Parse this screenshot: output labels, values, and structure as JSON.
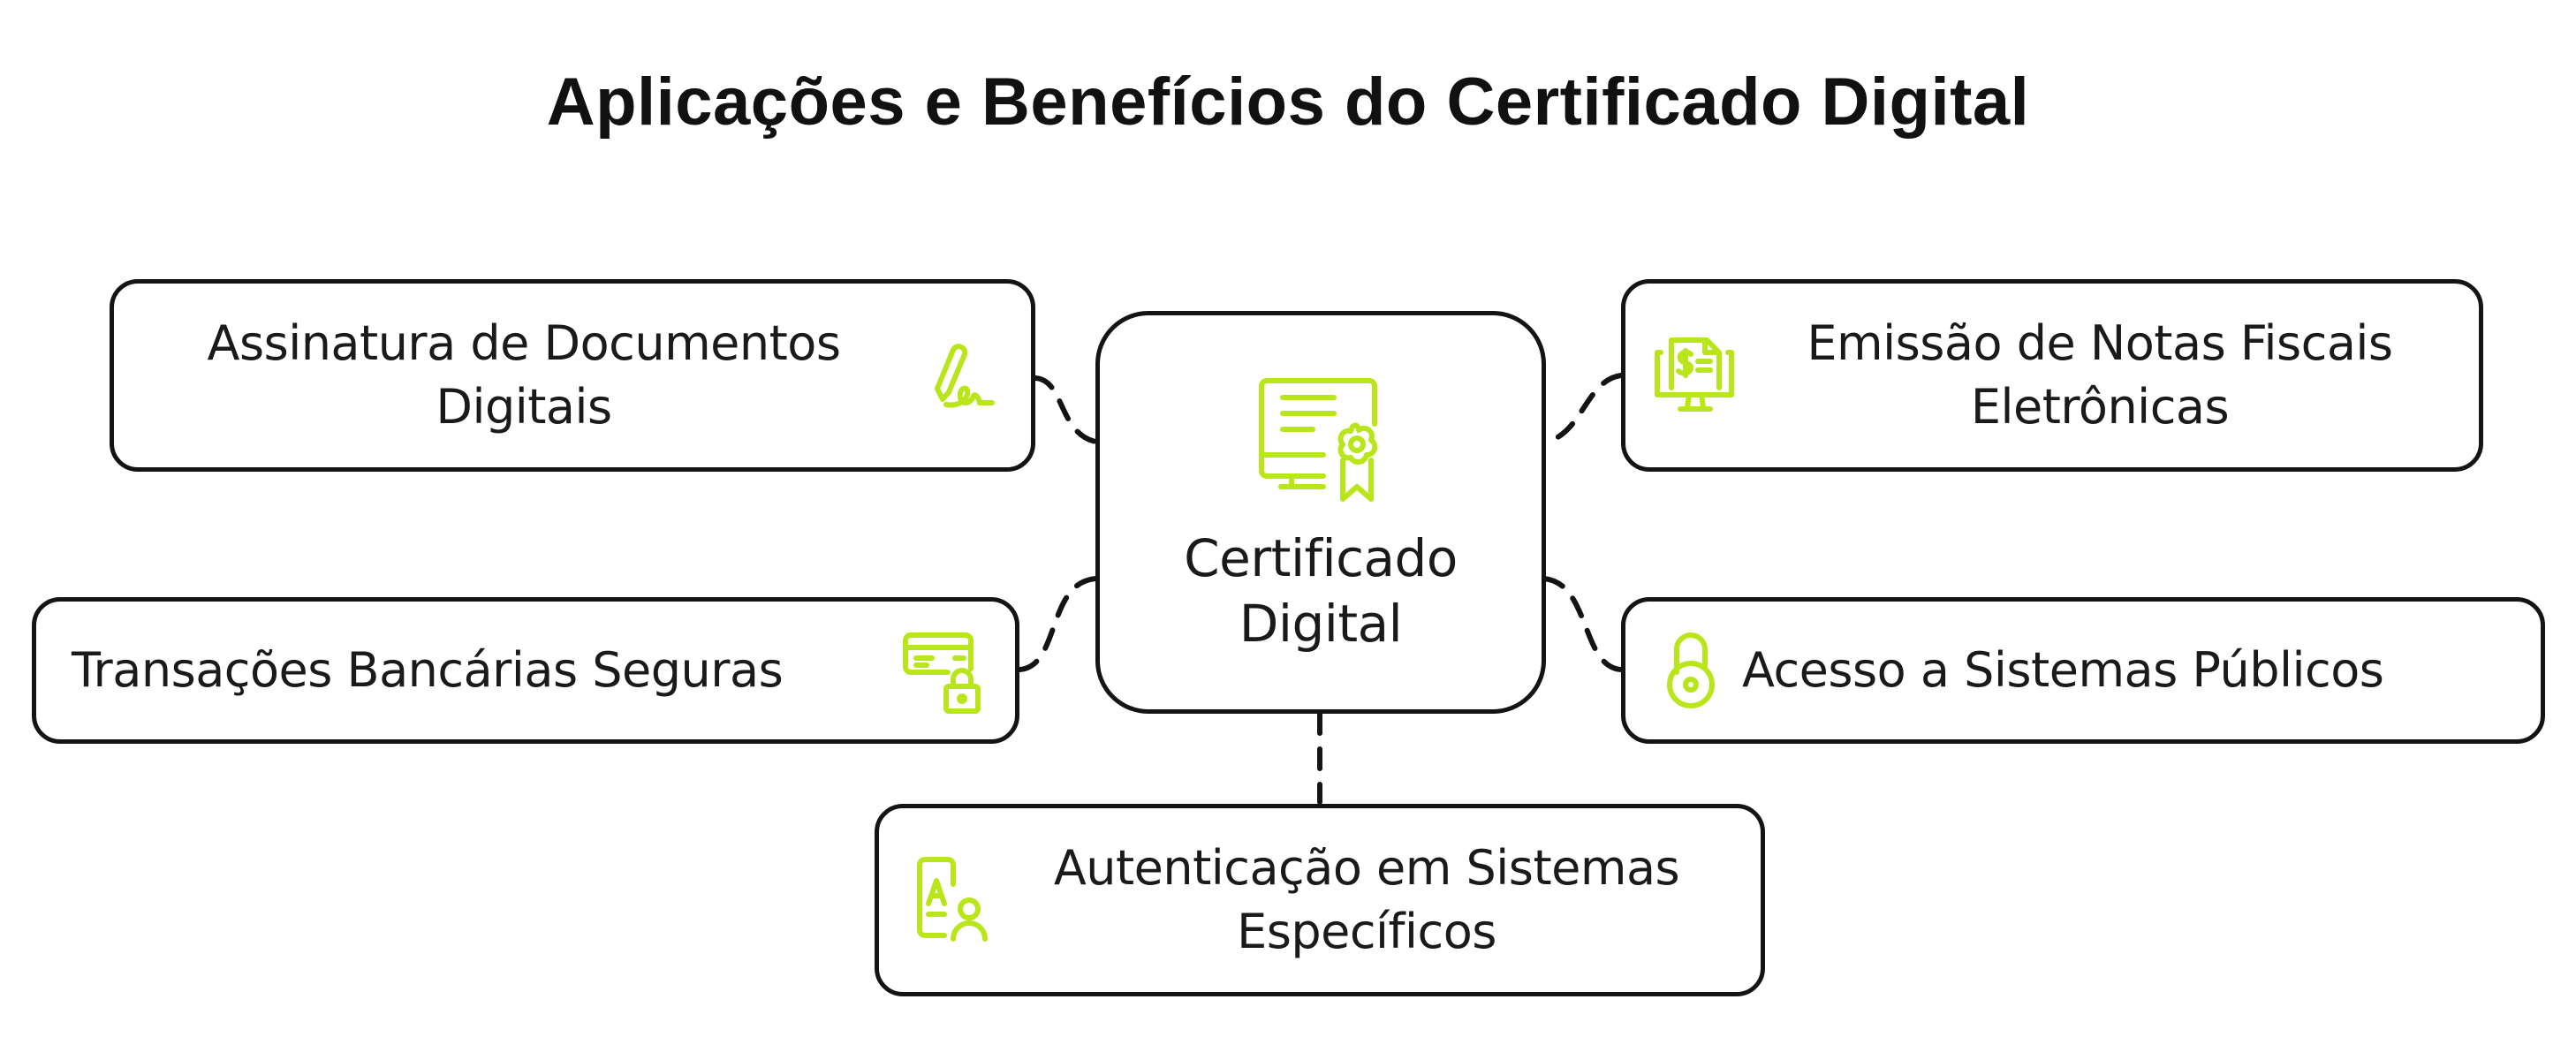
{
  "title": "Aplicações e Benefícios do Certificado Digital",
  "accent_color": "#B8E61A",
  "center": {
    "label_line1": "Certificado",
    "label_line2": "Digital",
    "icon": "certificate-monitor-icon"
  },
  "nodes": [
    {
      "id": "assinatura",
      "line1": "Assinatura de Documentos",
      "line2": "Digitais",
      "icon": "signature-icon",
      "position": "top-left"
    },
    {
      "id": "notas-fiscais",
      "line1": "Emissão de Notas Fiscais",
      "line2": "Eletrônicas",
      "icon": "invoice-monitor-icon",
      "position": "top-right"
    },
    {
      "id": "transacoes",
      "line1": "Transações Bancárias Seguras",
      "line2": "",
      "icon": "card-lock-icon",
      "position": "middle-left"
    },
    {
      "id": "acesso",
      "line1": "Acesso a Sistemas Públicos",
      "line2": "",
      "icon": "open-lock-icon",
      "position": "middle-right"
    },
    {
      "id": "autenticacao",
      "line1": "Autenticação em Sistemas",
      "line2": "Específicos",
      "icon": "user-id-icon",
      "position": "bottom"
    }
  ]
}
